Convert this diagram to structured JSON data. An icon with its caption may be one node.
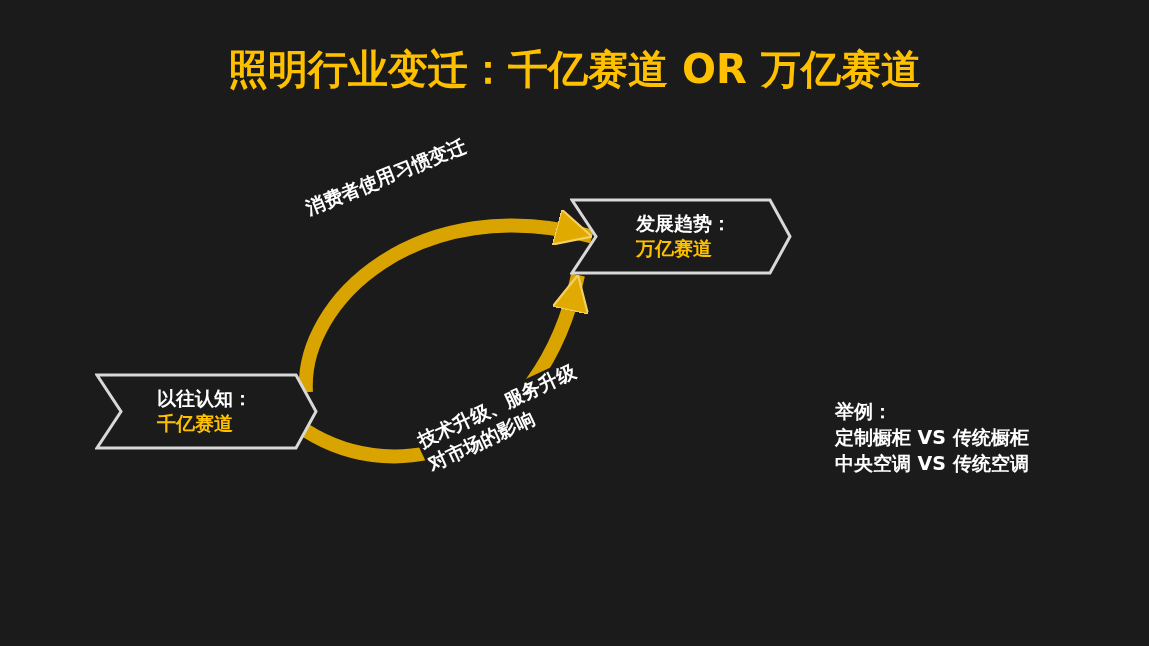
{
  "diagram": {
    "title": "照明行业变迁：千亿赛道 OR 万亿赛道",
    "nodes": [
      {
        "text": [
          "以往认知：",
          "千亿赛道"
        ]
      },
      {
        "text": [
          "发展趋势：",
          "万亿赛道"
        ]
      }
    ],
    "edges": [
      {
        "from": 0,
        "to": 1,
        "arrow": "to",
        "label": "消费者使用习惯变迁"
      },
      {
        "from": 0,
        "to": 1,
        "arrow": "to",
        "label": "技术升级、服务升级对市场的影响"
      }
    ],
    "labels": [
      "举例：",
      "定制橱柜 VS 传统橱柜",
      "中央空调 VS 传统空调"
    ]
  }
}
